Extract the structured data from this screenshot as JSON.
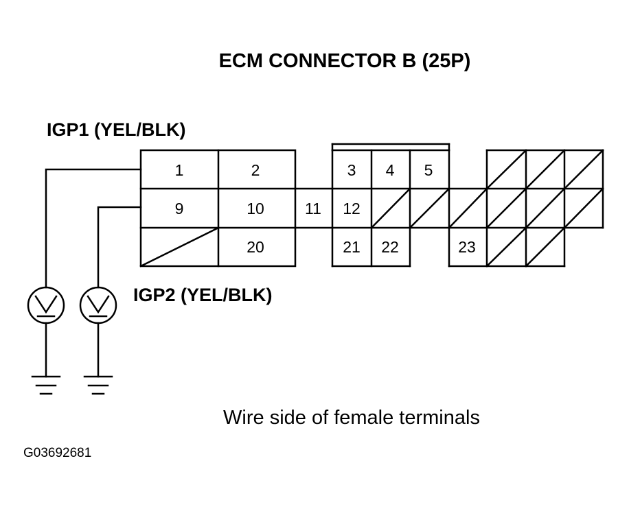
{
  "title": "ECM CONNECTOR B (25P)",
  "labels": {
    "igp1": "IGP1 (YEL/BLK)",
    "igp2": "IGP2 (YEL/BLK)",
    "caption": "Wire side of female terminals",
    "figure_code": "G03692681"
  },
  "connector": {
    "pins": {
      "p1": "1",
      "p2": "2",
      "p3": "3",
      "p4": "4",
      "p5": "5",
      "p9": "9",
      "p10": "10",
      "p11": "11",
      "p12": "12",
      "p20": "20",
      "p21": "21",
      "p22": "22",
      "p23": "23"
    },
    "probed_pins": [
      "1",
      "9"
    ]
  },
  "colors": {
    "line": "#000000",
    "background": "#ffffff"
  }
}
